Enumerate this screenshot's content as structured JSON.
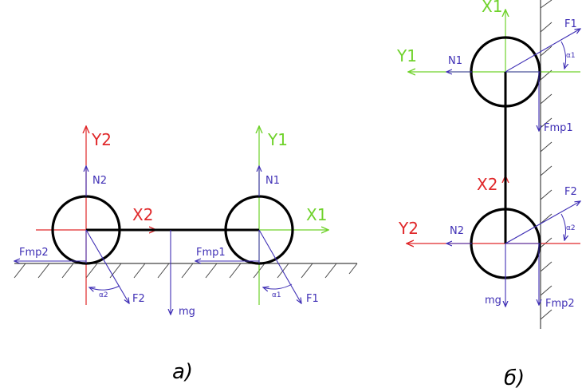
{
  "colors": {
    "red": "#e0282a",
    "green": "#6fd22b",
    "blue": "#3f2fb5",
    "black": "#000000",
    "gray": "#444444"
  },
  "panel_a": {
    "caption": "а)",
    "y2": "Y2",
    "x2": "X2",
    "y1": "Y1",
    "x1": "X1",
    "n2": "N2",
    "n1": "N1",
    "fmp2": "Fmp2",
    "fmp1": "Fmp1",
    "f2": "F2",
    "f1": "F1",
    "alpha2": "α2",
    "alpha1": "α1",
    "mg": "mg"
  },
  "panel_b": {
    "caption": "б)",
    "x1": "X1",
    "y1": "Y1",
    "n1": "N1",
    "f1": "F1",
    "alpha1": "α1",
    "fmp1": "Fmp1",
    "x2": "X2",
    "y2": "Y2",
    "n2": "N2",
    "f2": "F2",
    "alpha2": "α2",
    "mg": "mg",
    "fmp2": "Fmp2"
  }
}
